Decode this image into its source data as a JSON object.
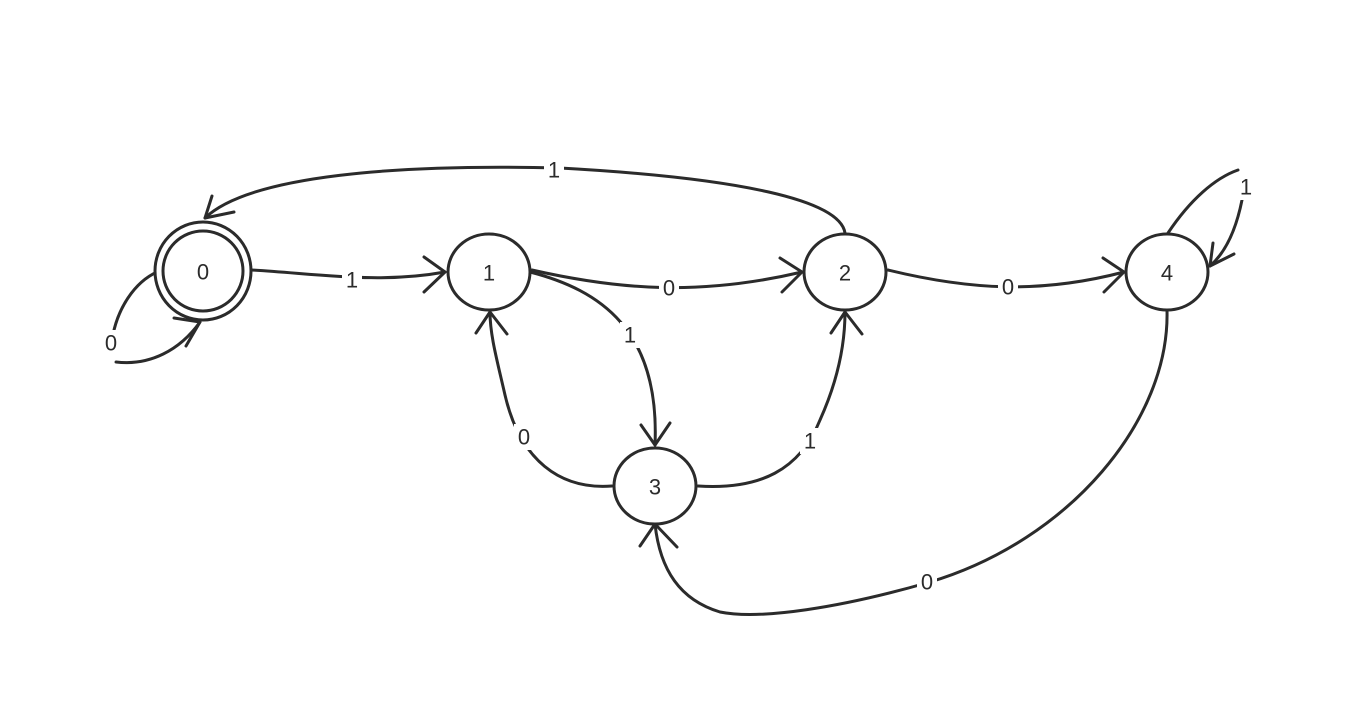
{
  "diagram": {
    "type": "state-machine",
    "accepting_states": [
      "0"
    ],
    "colors": {
      "stroke": "#2b2b2b",
      "background": "#ffffff"
    },
    "states": [
      {
        "id": "s0",
        "label": "0"
      },
      {
        "id": "s1",
        "label": "1"
      },
      {
        "id": "s2",
        "label": "2"
      },
      {
        "id": "s3",
        "label": "3"
      },
      {
        "id": "s4",
        "label": "4"
      }
    ],
    "transitions": [
      {
        "id": "t0-0",
        "from": "0",
        "to": "0",
        "label": "0"
      },
      {
        "id": "t0-1",
        "from": "0",
        "to": "1",
        "label": "1"
      },
      {
        "id": "t1-2",
        "from": "1",
        "to": "2",
        "label": "0"
      },
      {
        "id": "t1-3",
        "from": "1",
        "to": "3",
        "label": "1"
      },
      {
        "id": "t2-0",
        "from": "2",
        "to": "0",
        "label": "1"
      },
      {
        "id": "t2-4",
        "from": "2",
        "to": "4",
        "label": "0"
      },
      {
        "id": "t3-1",
        "from": "3",
        "to": "1",
        "label": "0"
      },
      {
        "id": "t3-2",
        "from": "3",
        "to": "2",
        "label": "1"
      },
      {
        "id": "t4-4",
        "from": "4",
        "to": "4",
        "label": "1"
      },
      {
        "id": "t4-3",
        "from": "4",
        "to": "3",
        "label": "0"
      }
    ]
  }
}
